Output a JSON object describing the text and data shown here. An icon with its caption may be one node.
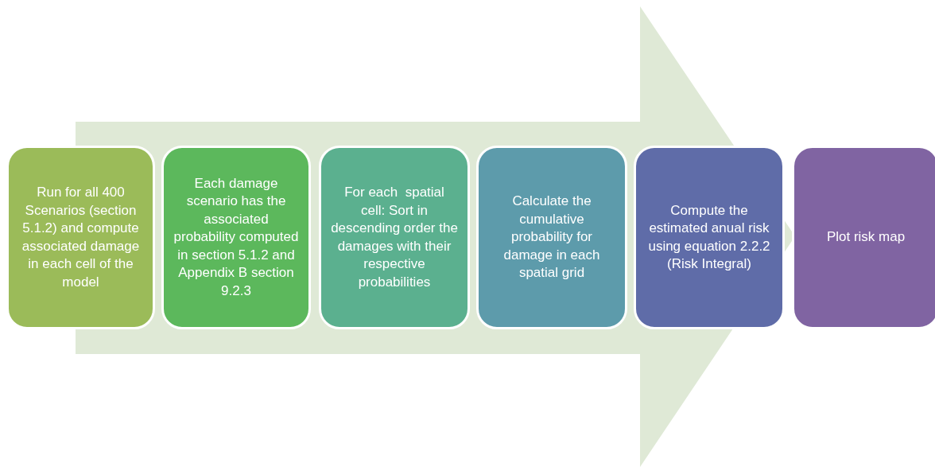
{
  "diagram": {
    "nodes": [
      {
        "text": [
          "Run for all 400 Scenarios (section 5.1.2) and compute associated damage in each cell of the model"
        ]
      },
      {
        "text": [
          "Each damage scenario has the associated probability computed in section 5.1.2 and Appendix B section 9.2.3"
        ]
      },
      {
        "text": [
          "For each  spatial cell: Sort in descending order the damages with their respective probabilities"
        ]
      },
      {
        "text": [
          "Calculate the cumulative probability for damage in each spatial grid"
        ]
      },
      {
        "text": [
          "Compute the estimated anual risk using equation 2.2.2 (Risk Integral)"
        ]
      },
      {
        "text": [
          "Plot risk map"
        ]
      }
    ],
    "edges": [
      {
        "from": 0,
        "to": 5,
        "arrow": "to"
      }
    ]
  }
}
